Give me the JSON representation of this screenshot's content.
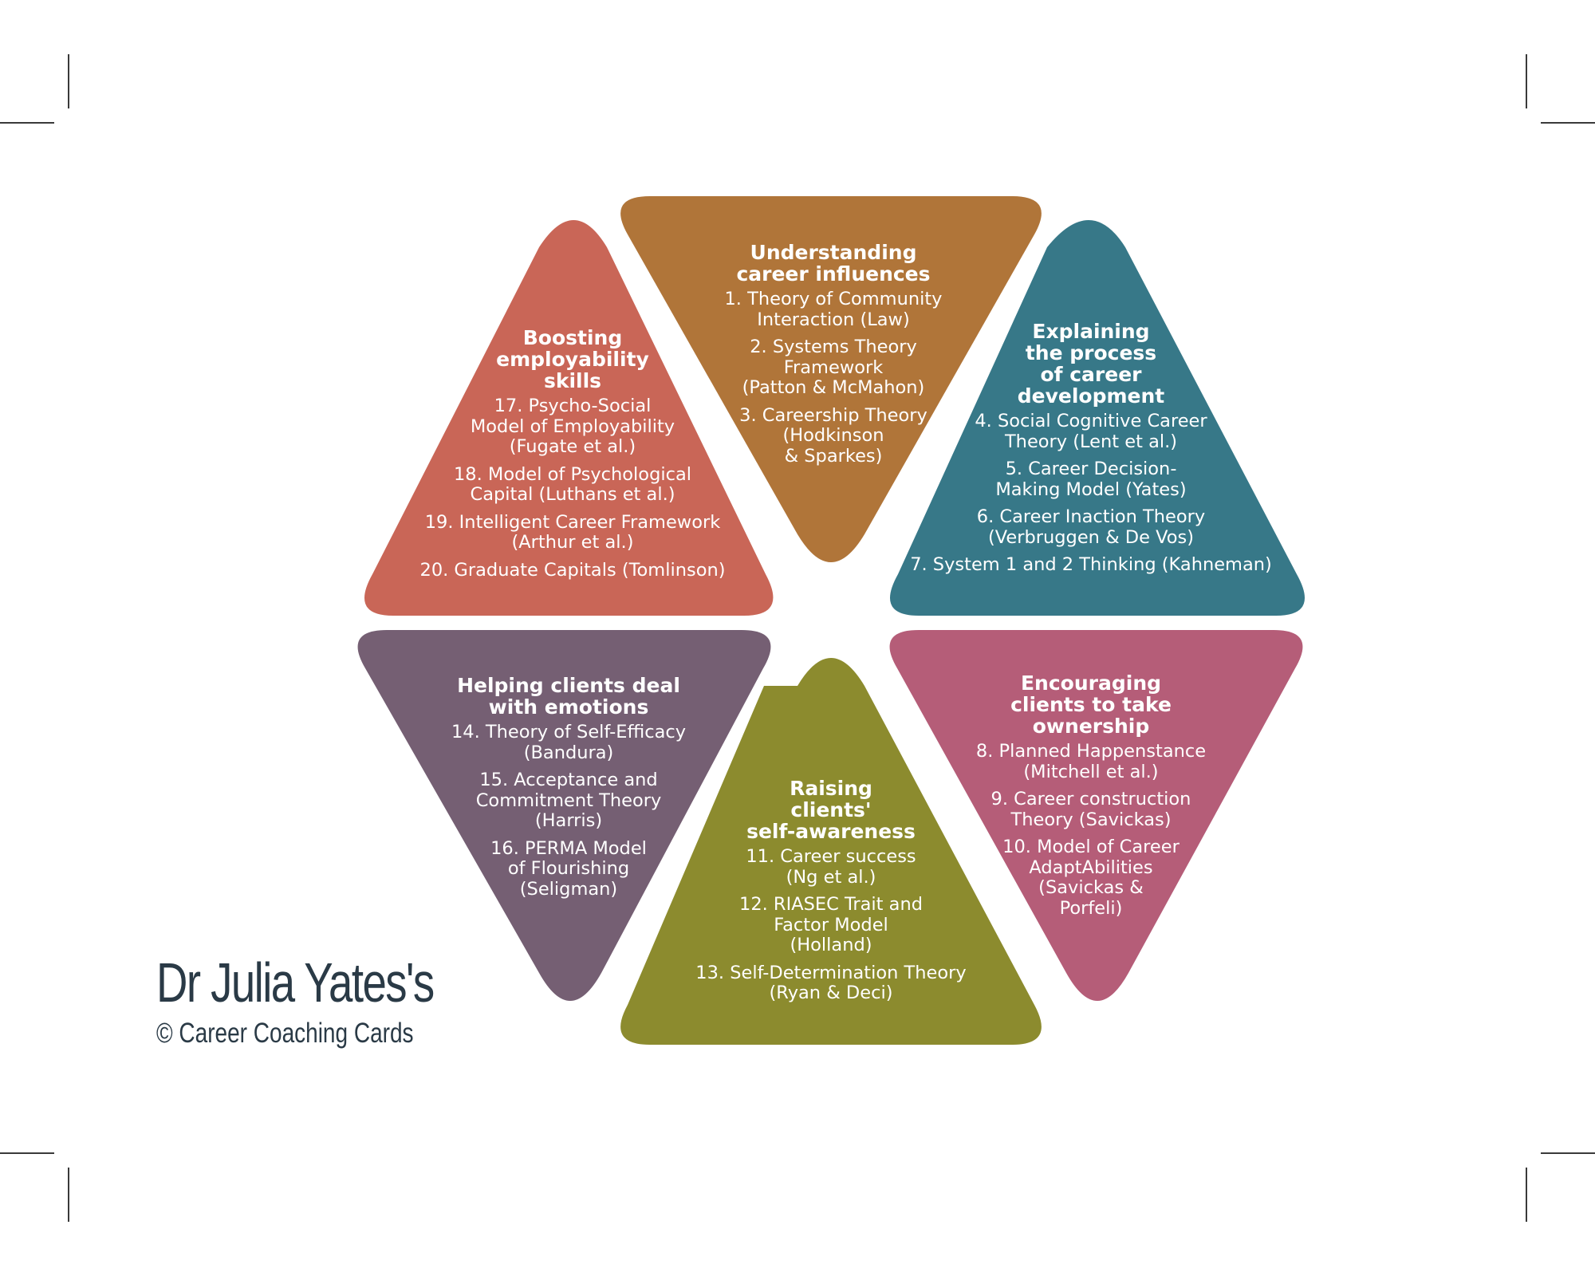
{
  "colors": {
    "understanding": "#b07539",
    "explaining": "#377888",
    "encouraging": "#b55d78",
    "raising": "#8c8b2e",
    "helping": "#755f73",
    "boosting": "#c96657",
    "brand_text": "#2a3a46"
  },
  "segments": [
    {
      "id": "understanding",
      "title": "Understanding\ncareer influences",
      "items": [
        "1. Theory of Community\nInteraction (Law)",
        "2. Systems Theory\nFramework\n(Patton & McMahon)",
        "3. Careership Theory\n(Hodkinson\n& Sparkes)"
      ]
    },
    {
      "id": "explaining",
      "title": "Explaining\nthe process\nof career\ndevelopment",
      "items": [
        "4. Social Cognitive Career\nTheory (Lent et al.)",
        "5. Career Decision-\nMaking Model (Yates)",
        "6. Career Inaction Theory\n(Verbruggen & De Vos)",
        "7. System 1 and 2 Thinking (Kahneman)"
      ]
    },
    {
      "id": "encouraging",
      "title": "Encouraging\nclients to take\nownership",
      "items": [
        "8. Planned Happenstance\n(Mitchell et al.)",
        "9. Career construction\nTheory (Savickas)",
        "10. Model of Career\nAdaptAbilities\n(Savickas &\nPorfeli)"
      ]
    },
    {
      "id": "raising",
      "title": "Raising\nclients'\nself-awareness",
      "items": [
        "11. Career success\n(Ng et al.)",
        "12. RIASEC Trait and\nFactor Model\n(Holland)",
        "13. Self-Determination Theory\n(Ryan & Deci)"
      ]
    },
    {
      "id": "helping",
      "title": "Helping clients deal\nwith emotions",
      "items": [
        "14. Theory of Self-Efficacy\n(Bandura)",
        "15. Acceptance and\nCommitment Theory\n(Harris)",
        "16. PERMA Model\nof Flourishing\n(Seligman)"
      ]
    },
    {
      "id": "boosting",
      "title": "Boosting\nemployability\nskills",
      "items": [
        "17. Psycho-Social\nModel of Employability\n(Fugate et al.)",
        "18. Model of Psychological\nCapital (Luthans et al.)",
        "19. Intelligent Career Framework\n(Arthur et al.)",
        "20. Graduate Capitals (Tomlinson)"
      ]
    }
  ],
  "brand": {
    "title": "Dr Julia Yates's",
    "subtitle": "© Career Coaching Cards"
  }
}
